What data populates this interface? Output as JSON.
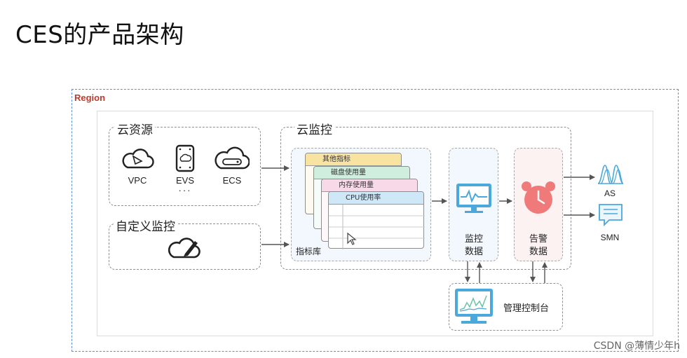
{
  "page_title": "CES的产品架构",
  "region_label": "Region",
  "cloud_resources": {
    "title": "云资源",
    "items": [
      {
        "label": "VPC",
        "icon": "vpc-cloud-icon"
      },
      {
        "label": "EVS",
        "icon": "evs-disk-icon"
      },
      {
        "label": "ECS",
        "icon": "ecs-cloud-server-icon"
      }
    ],
    "more": "···"
  },
  "custom_monitoring": {
    "title": "自定义监控",
    "icon": "cloud-pen-icon"
  },
  "cloud_monitoring": {
    "title": "云监控",
    "metric_library_label": "指标库",
    "metric_cards": [
      "其他指标",
      "磁盘使用量",
      "内存使用量",
      "CPU使用率"
    ],
    "monitoring_data_label": [
      "监控",
      "数据"
    ],
    "alarm_data_label": [
      "告警",
      "数据"
    ]
  },
  "outputs": [
    {
      "label": "AS",
      "icon": "as-waveform-icon"
    },
    {
      "label": "SMN",
      "icon": "smn-message-icon"
    }
  ],
  "console_label": "管理控制台",
  "watermark": "CSDN @薄情少年h",
  "colors": {
    "region_border": "#5b8fd6",
    "region_label": "#c0392b",
    "monitor_blue": "#4aa8dc",
    "alarm_red": "#f07a7a",
    "card_yellow": "#f9e3a0",
    "card_green": "#cfeedd",
    "card_pink": "#f8d9e8",
    "card_blue": "#cfe8f8"
  }
}
